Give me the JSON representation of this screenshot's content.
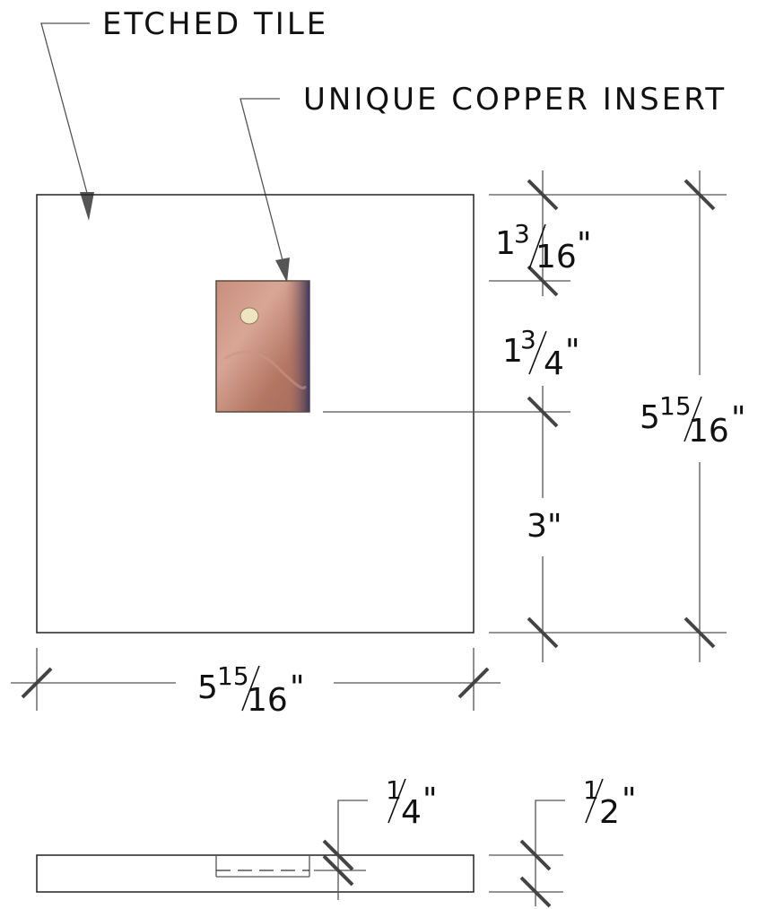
{
  "callouts": {
    "tile": "ETCHED TILE",
    "insert": "UNIQUE COPPER INSERT"
  },
  "dimensions": {
    "top_offset": {
      "whole": "1",
      "num": "3",
      "den": "16",
      "unit": "\""
    },
    "insert_height": {
      "whole": "1",
      "num": "3",
      "den": "4",
      "unit": "\""
    },
    "bottom_offset": {
      "whole": "3",
      "unit": "\""
    },
    "tile_height": {
      "whole": "5",
      "num": "15",
      "den": "16",
      "unit": "\""
    },
    "tile_width": {
      "whole": "5",
      "num": "15",
      "den": "16",
      "unit": "\""
    },
    "insert_depth": {
      "num": "1",
      "den": "4",
      "unit": "\""
    },
    "tile_thickness": {
      "num": "1",
      "den": "2",
      "unit": "\""
    }
  },
  "colors": {
    "copper_base": "#b97a68",
    "copper_light": "#d4a090",
    "copper_edge": "#4a3a55"
  }
}
